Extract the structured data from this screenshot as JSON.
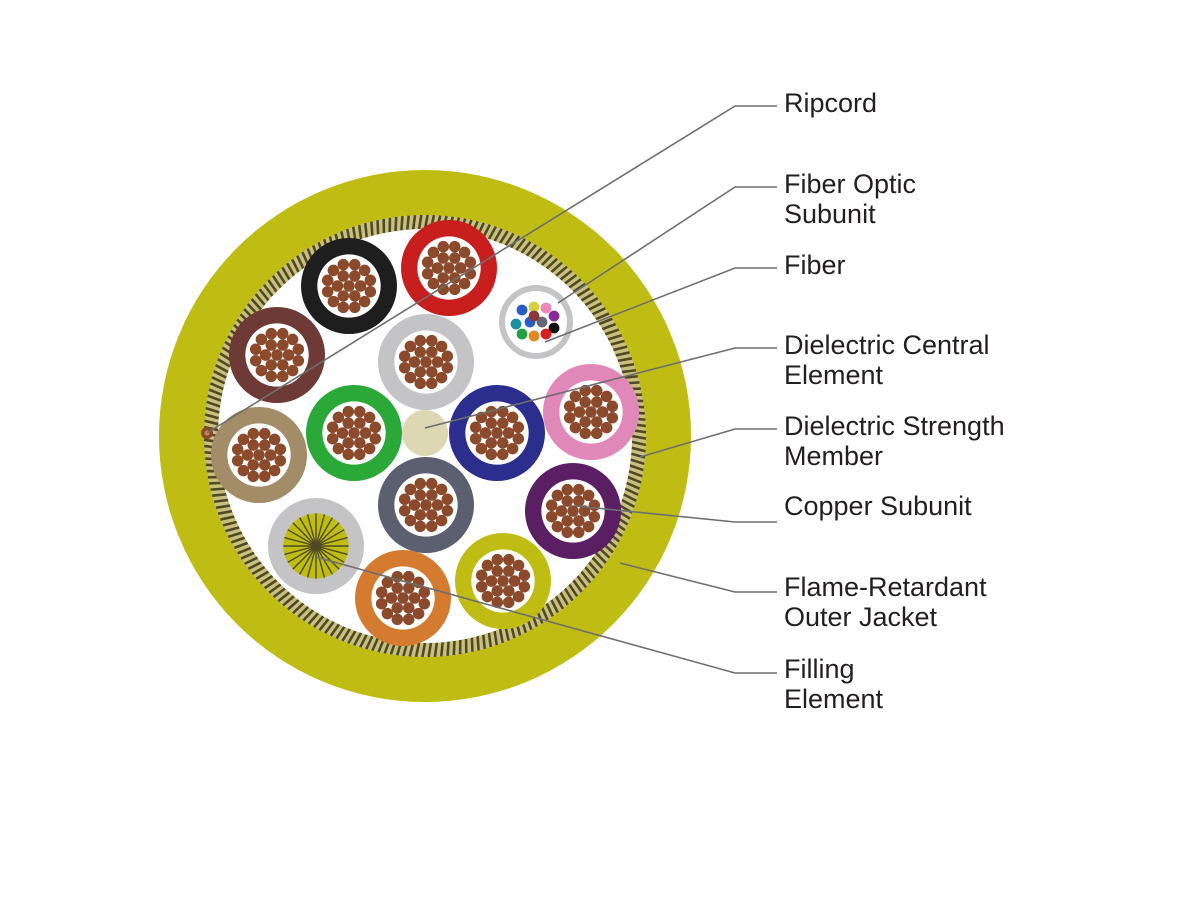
{
  "diagram": {
    "labels": [
      {
        "id": "ripcord",
        "lines": [
          "Ripcord"
        ]
      },
      {
        "id": "fiber-optic-subunit",
        "lines": [
          "Fiber Optic",
          "Subunit"
        ]
      },
      {
        "id": "fiber",
        "lines": [
          "Fiber"
        ]
      },
      {
        "id": "dielectric-central-element",
        "lines": [
          "Dielectric Central",
          "Element"
        ]
      },
      {
        "id": "dielectric-strength-member",
        "lines": [
          "Dielectric Strength",
          "Member"
        ]
      },
      {
        "id": "copper-subunit",
        "lines": [
          "Copper Subunit"
        ]
      },
      {
        "id": "flame-retardant-outer-jacket",
        "lines": [
          "Flame-Retardant",
          "Outer Jacket"
        ]
      },
      {
        "id": "filling-element",
        "lines": [
          "Filling",
          "Element"
        ]
      }
    ],
    "colors": {
      "outer_jacket": "#bfbd14",
      "strength_member_dark": "#4f4a22",
      "strength_member_light": "#c9c080",
      "core_background": "#ffffff",
      "copper": "#8b4a2b",
      "central_element": "#ddd7b3",
      "leader_line": "#6e6e6e",
      "subunit_insulation": [
        "#1e1e1e",
        "#c81e1e",
        "#6e3a35",
        "#c4c4c6",
        "#a38c68",
        "#2aa838",
        "#2c2e8e",
        "#e088b8",
        "#5c5f70",
        "#5a1e62",
        "#bfbd14",
        "#d47b30",
        "#c4c4c6"
      ],
      "fiber_colors": [
        "#2a5cc8",
        "#d8d040",
        "#ee88bb",
        "#8a2a9a",
        "#111111",
        "#d42020",
        "#e08a20",
        "#20a040",
        "#1a90a0",
        "#2a5cc8",
        "#666677",
        "#8a3a3a"
      ]
    }
  }
}
